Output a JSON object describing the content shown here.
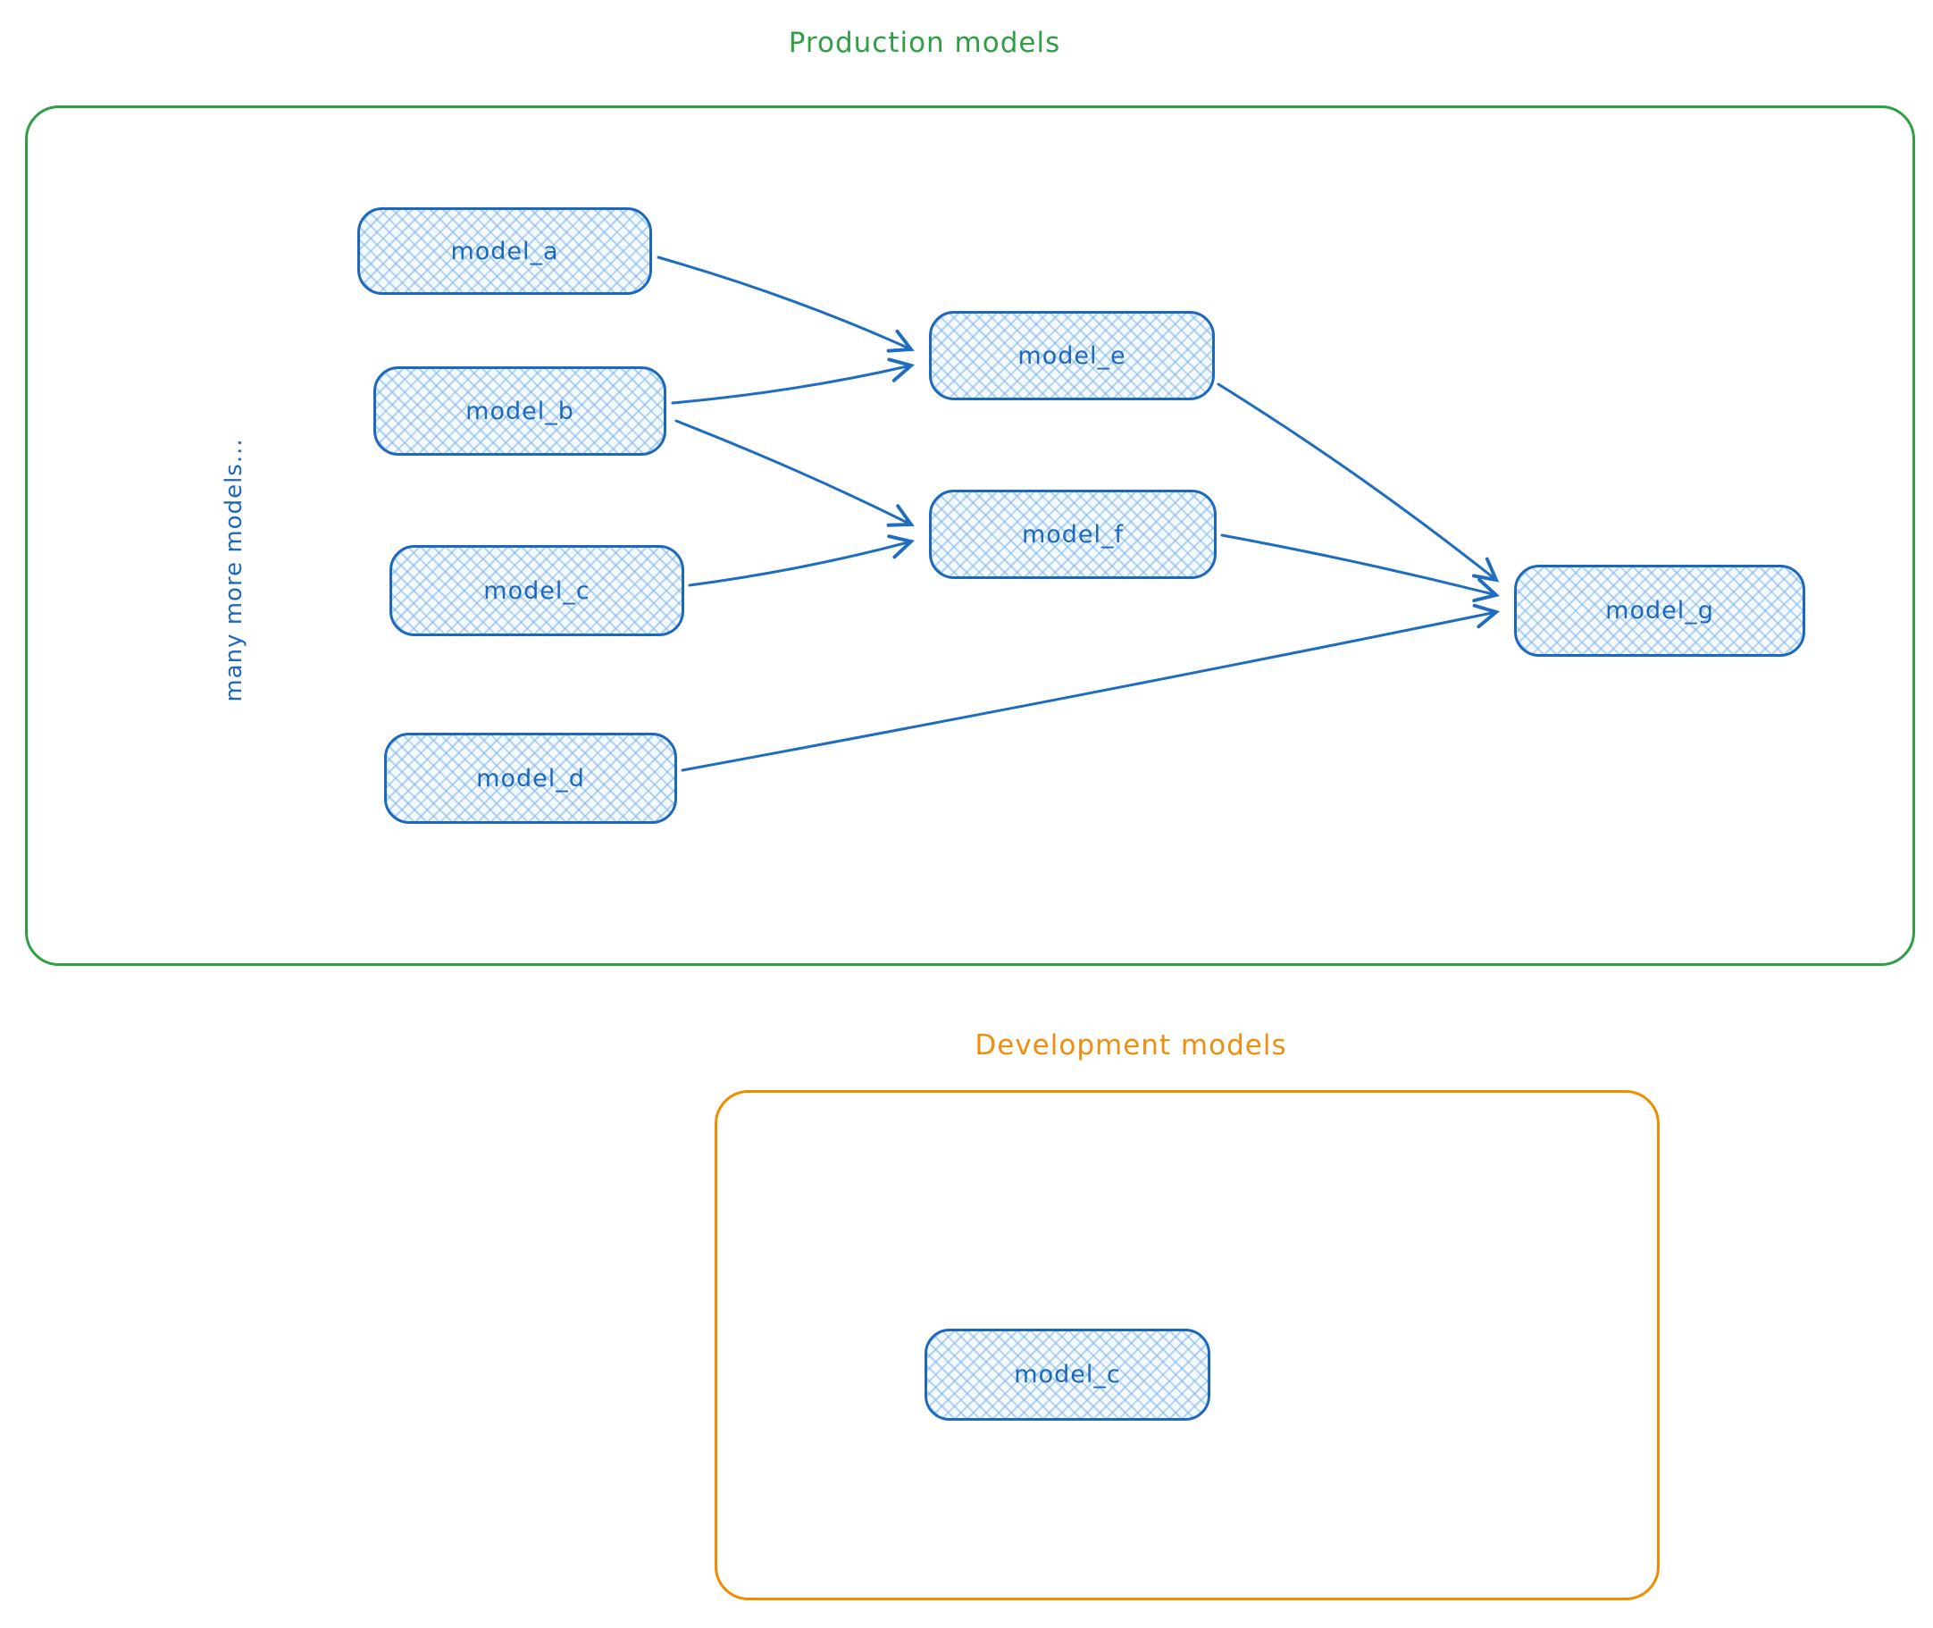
{
  "containers": {
    "production": {
      "title": "Production models",
      "border_color": "#2f9e44",
      "side_note": "many more models..."
    },
    "development": {
      "title": "Development models",
      "border_color": "#f08c00"
    }
  },
  "nodes": {
    "model_a": {
      "label": "model_a",
      "group": "production"
    },
    "model_b": {
      "label": "model_b",
      "group": "production"
    },
    "model_c": {
      "label": "model_c",
      "group": "production"
    },
    "model_d": {
      "label": "model_d",
      "group": "production"
    },
    "model_e": {
      "label": "model_e",
      "group": "production"
    },
    "model_f": {
      "label": "model_f",
      "group": "production"
    },
    "model_g": {
      "label": "model_g",
      "group": "production"
    },
    "model_c_dev": {
      "label": "model_c",
      "group": "development"
    }
  },
  "edges": [
    {
      "from": "model_a",
      "to": "model_e"
    },
    {
      "from": "model_b",
      "to": "model_e"
    },
    {
      "from": "model_b",
      "to": "model_f"
    },
    {
      "from": "model_c",
      "to": "model_f"
    },
    {
      "from": "model_e",
      "to": "model_g"
    },
    {
      "from": "model_f",
      "to": "model_g"
    },
    {
      "from": "model_d",
      "to": "model_g"
    }
  ],
  "colors": {
    "node_border": "#1c68bf",
    "node_fill": "#e7f2fc",
    "node_text": "#1c68bf",
    "arrow": "#1f6dc0",
    "production_accent": "#2f9e44",
    "development_accent": "#f08c00"
  }
}
